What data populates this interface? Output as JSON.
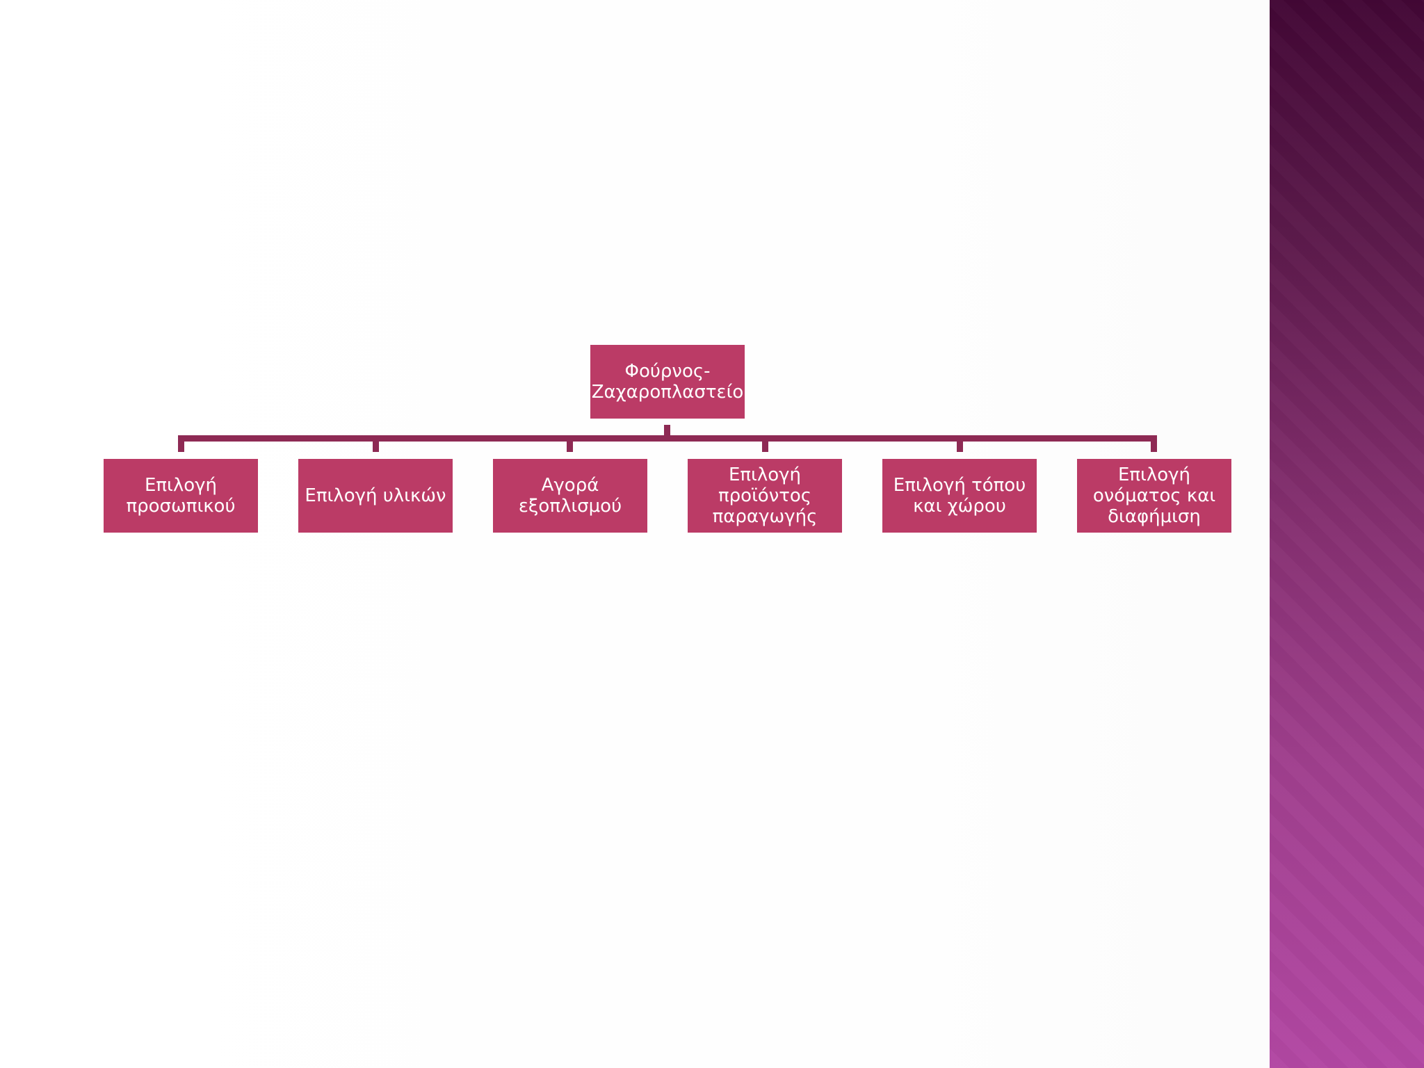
{
  "diagram": {
    "root": {
      "label": "Φούρνος-\nΖαχαροπλαστείο"
    },
    "children": [
      {
        "label": "Επιλογή\nπροσωπικού"
      },
      {
        "label": "Επιλογή υλικών"
      },
      {
        "label": "Αγορά\nεξοπλισμού"
      },
      {
        "label": "Επιλογή\nπροϊόντος\nπαραγωγής"
      },
      {
        "label": "Επιλογή τόπου\nκαι χώρου"
      },
      {
        "label": "Επιλογή\nονόματος και\nδιαφήμιση"
      }
    ]
  },
  "colors": {
    "node_fill": "#bb3b66",
    "connector": "#8e2a54",
    "side_band_top": "#420735",
    "side_band_bottom": "#b247a3"
  }
}
